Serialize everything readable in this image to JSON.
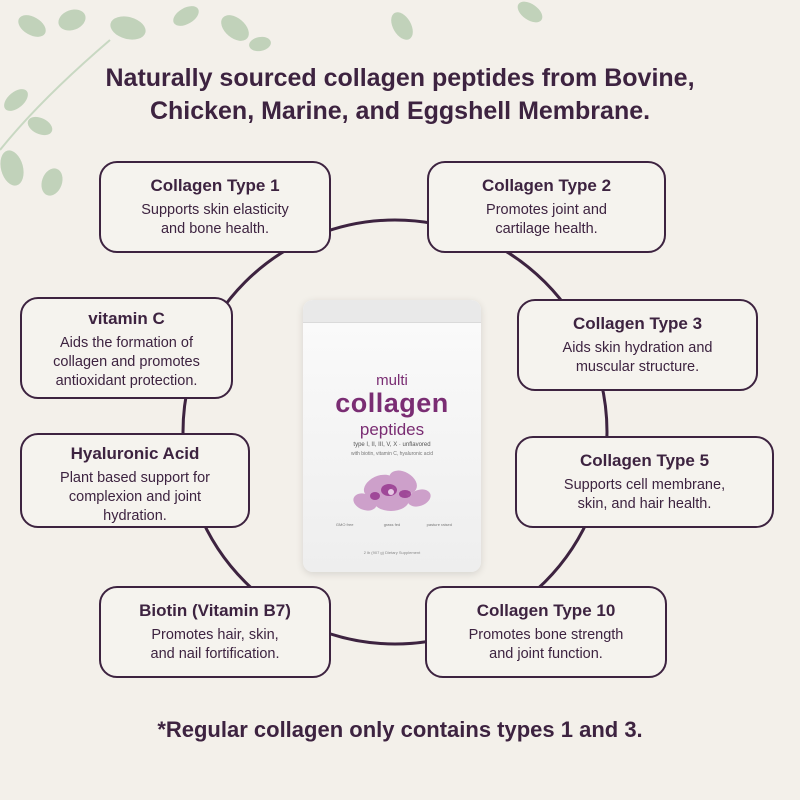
{
  "headline": {
    "line1": "Naturally sourced collagen peptides from Bovine,",
    "line2": "Chicken, Marine, and Eggshell Membrane."
  },
  "cards": [
    {
      "title": "Collagen Type 1",
      "desc": "Supports skin elasticity\nand bone health."
    },
    {
      "title": "Collagen Type 2",
      "desc": "Promotes joint and\ncartilage health."
    },
    {
      "title": "vitamin C",
      "desc": "Aids the formation of\ncollagen and promotes\nantioxidant protection."
    },
    {
      "title": "Collagen Type 3",
      "desc": "Aids skin hydration and\nmuscular structure."
    },
    {
      "title": "Hyaluronic Acid",
      "desc": "Plant based support for\ncomplexion and joint\nhydration."
    },
    {
      "title": "Collagen Type 5",
      "desc": "Supports cell membrane,\nskin, and hair health."
    },
    {
      "title": "Biotin (Vitamin B7)",
      "desc": "Promotes hair, skin,\nand nail fortification."
    },
    {
      "title": "Collagen Type 10",
      "desc": "Promotes bone strength\nand joint function."
    }
  ],
  "product": {
    "line1": "multi",
    "line2": "collagen",
    "line3": "peptides",
    "subline": "type I, II, III, V, X · unflavored",
    "ingredients": "with biotin, vitamin C, hyaluronic acid",
    "badges": [
      "GMO free",
      "grass fed",
      "pasture raised"
    ],
    "net": "2 lb (907 g) Dietary Supplement"
  },
  "footnote": "*Regular collagen only contains types 1 and 3.",
  "colors": {
    "text": "#3d2340",
    "accent": "#7a2d73",
    "background": "#f3f0ea",
    "leaf": "#b9cdb2"
  }
}
